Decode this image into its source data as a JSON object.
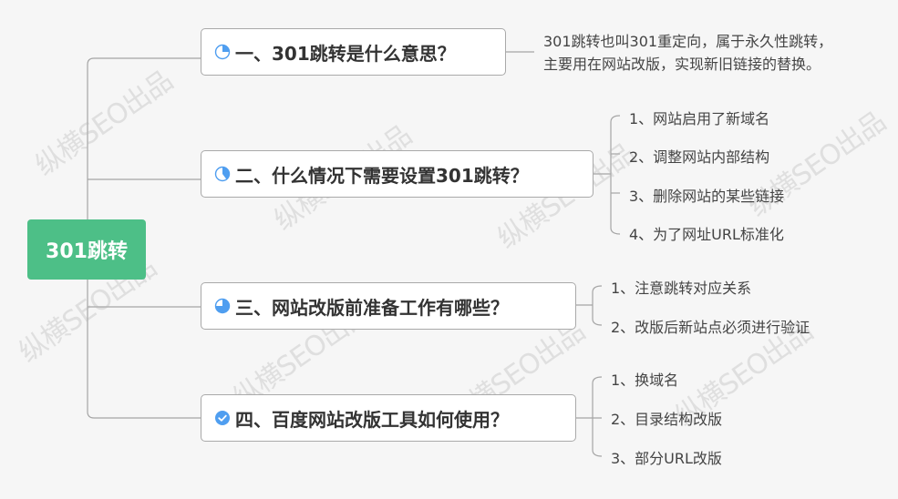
{
  "watermark_text": "纵横SEO出品",
  "root": {
    "label": "301跳转",
    "color": "#4dbf87"
  },
  "branches": [
    {
      "label": "一、301跳转是什么意思？",
      "icon": "progress-25-icon",
      "description": [
        "301跳转也叫301重定向，属于永久性跳转，",
        "主要用在网站改版，实现新旧链接的替换。"
      ],
      "children": []
    },
    {
      "label": "二、什么情况下需要设置301跳转？",
      "icon": "progress-50-icon",
      "children": [
        "1、网站启用了新域名",
        "2、调整网站内部结构",
        "3、删除网站的某些链接",
        "4、为了网址URL标准化"
      ]
    },
    {
      "label": "三、网站改版前准备工作有哪些？",
      "icon": "progress-75-icon",
      "children": [
        "1、注意跳转对应关系",
        "2、改版后新站点必须进行验证"
      ]
    },
    {
      "label": "四、百度网站改版工具如何使用？",
      "icon": "check-complete-icon",
      "children": [
        "1、换域名",
        "2、目录结构改版",
        "3、部分URL改版"
      ]
    }
  ],
  "colors": {
    "icon_blue": "#4f9ef0",
    "line": "#a5a5a5",
    "text": "#333333"
  }
}
